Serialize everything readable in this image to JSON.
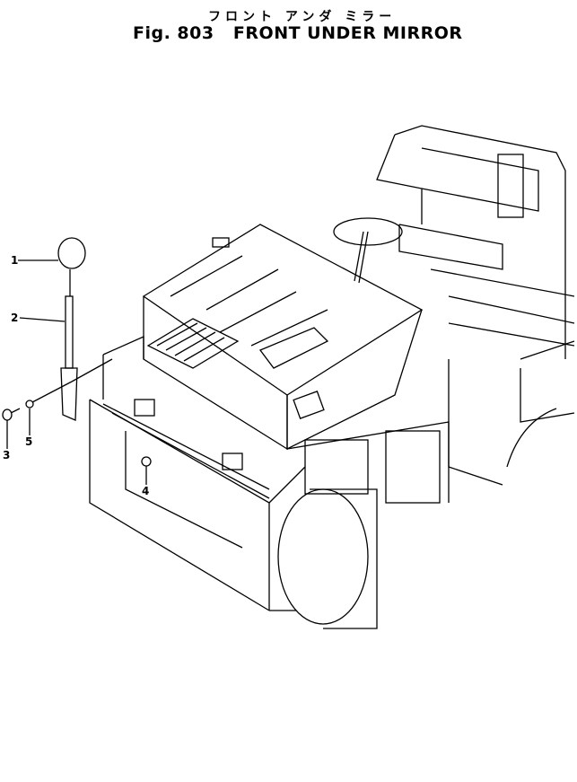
{
  "figure": {
    "title_jp": "フロント アンダ ミラー",
    "title": "Fig. 803   FRONT UNDER MIRROR"
  },
  "callouts": [
    {
      "number": "1",
      "part": "mirror"
    },
    {
      "number": "2",
      "part": "stay"
    },
    {
      "number": "3",
      "part": "bolt"
    },
    {
      "number": "5",
      "part": "washer"
    },
    {
      "number": "4",
      "part": "nut"
    }
  ]
}
